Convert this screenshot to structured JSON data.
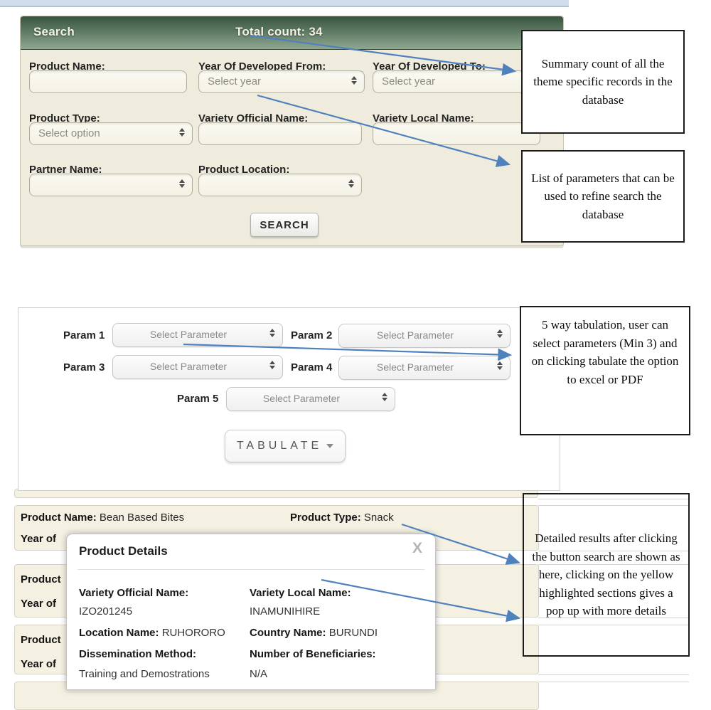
{
  "search_panel": {
    "title": "Search",
    "total_count": "Total count: 34",
    "fields": [
      {
        "label": "Product Name:",
        "type": "text",
        "value": ""
      },
      {
        "label": "Year Of Developed From:",
        "type": "select",
        "value": "Select year"
      },
      {
        "label": "Year Of Developed To:",
        "type": "select",
        "value": "Select year"
      },
      {
        "label": "Product Type:",
        "type": "select",
        "value": "Select option"
      },
      {
        "label": "Variety Official Name:",
        "type": "text",
        "value": ""
      },
      {
        "label": "Variety Local Name:",
        "type": "text",
        "value": ""
      },
      {
        "label": "Partner Name:",
        "type": "select",
        "value": ""
      },
      {
        "label": "Product Location:",
        "type": "select",
        "value": ""
      }
    ],
    "search_button": "SEARCH"
  },
  "annotations": [
    "Summary count of all the theme specific records in the database",
    "List of parameters that can be used to refine search the database",
    "5 way tabulation, user can select parameters (Min 3) and on clicking tabulate the option to excel or PDF",
    "Detailed results after clicking the button search are shown as here, clicking on the yellow highlighted sections gives a pop up with more details"
  ],
  "tabulation": {
    "params": [
      {
        "label": "Param 1",
        "value": "Select Parameter"
      },
      {
        "label": "Param 2",
        "value": "Select Parameter"
      },
      {
        "label": "Param 3",
        "value": "Select Parameter"
      },
      {
        "label": "Param 4",
        "value": "Select Parameter"
      },
      {
        "label": "Param 5",
        "value": "Select Parameter"
      }
    ],
    "tabulate_button": "TABULATE"
  },
  "results": {
    "row1": {
      "name_label": "Product Name:",
      "name_value": "Bean Based Bites",
      "type_label": "Product Type:",
      "type_value": "Snack",
      "year_fragment": "Year of"
    },
    "row2": {
      "fragment1": "Product",
      "fragment2": "Year of"
    },
    "row3": {
      "fragment1": "Product",
      "fragment2": "Year of"
    }
  },
  "popup": {
    "title": "Product Details",
    "close": "X",
    "variety_official_label": "Variety Official Name:",
    "variety_official_value": "IZO201245",
    "variety_local_label": "Variety Local Name:",
    "variety_local_value": "INAMUNIHIRE",
    "location_label": "Location Name:",
    "location_value": "RUHORORO",
    "country_label": "Country Name:",
    "country_value": "BURUNDI",
    "dissemination_label": "Dissemination Method:",
    "dissemination_value": "Training and Demostrations",
    "beneficiaries_label": "Number of Beneficiaries:",
    "beneficiaries_value": "N/A"
  },
  "colors": {
    "arrow": "#4f81bd",
    "header_green": "#5d7a65",
    "panel_beige": "#efecdd"
  }
}
